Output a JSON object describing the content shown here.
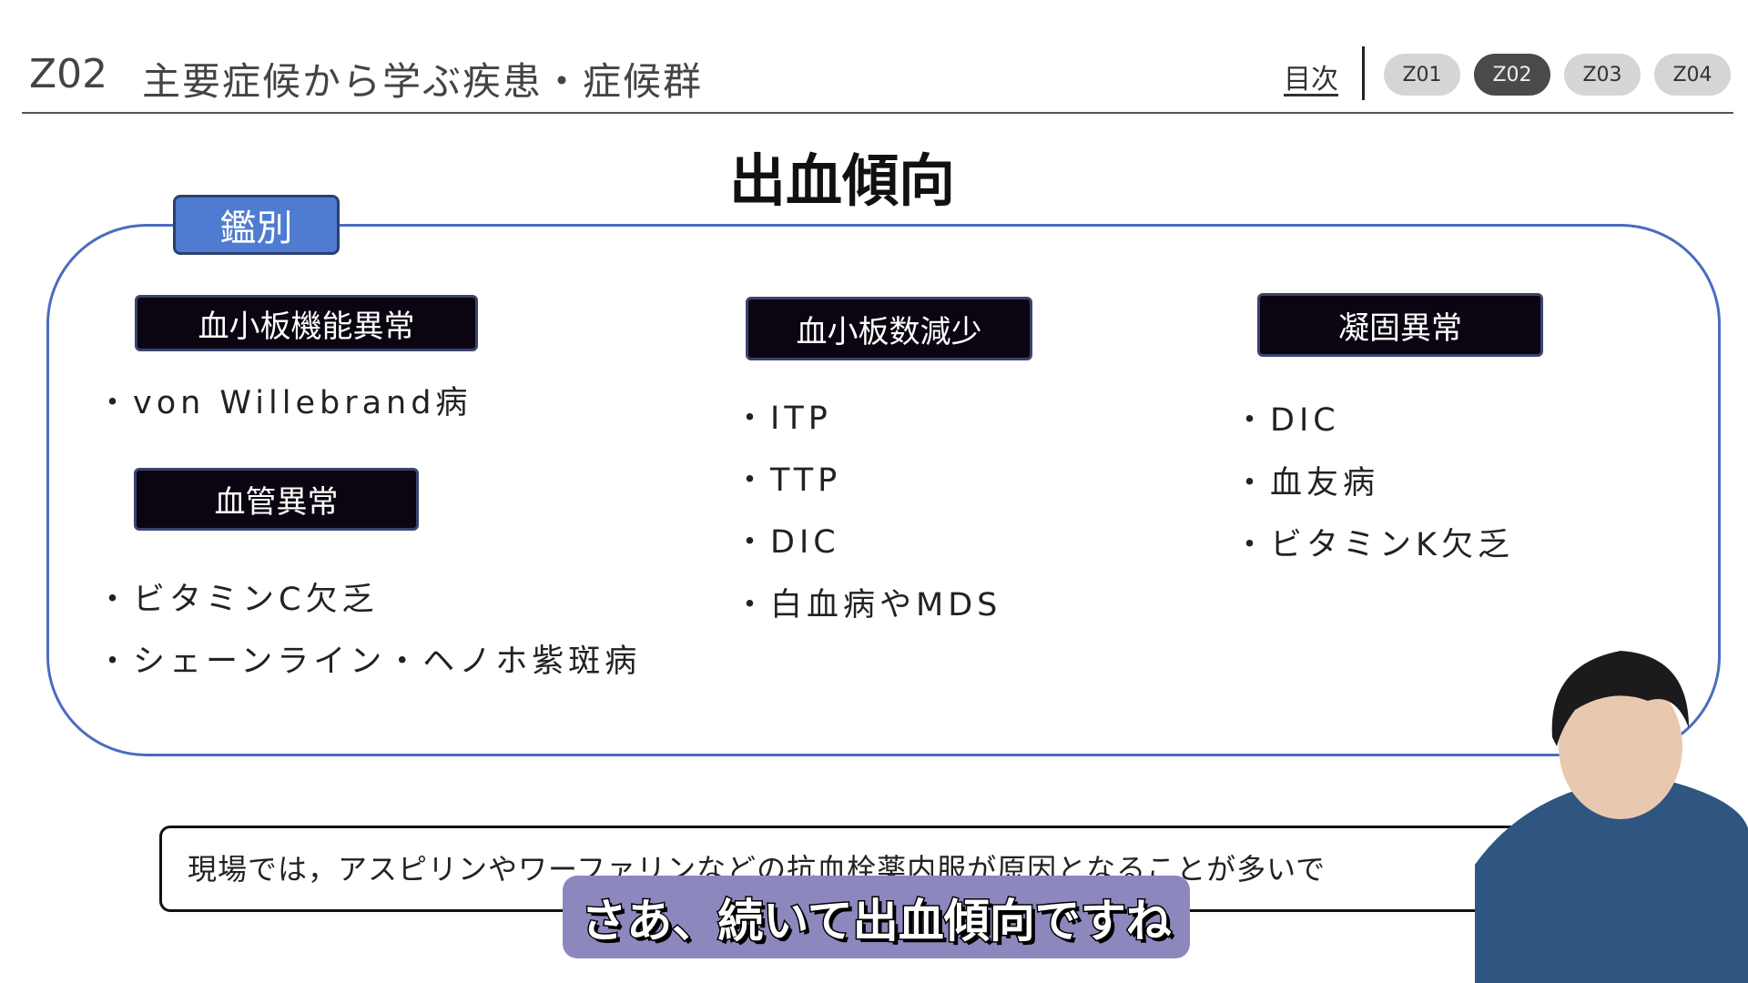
{
  "header": {
    "code": "Z02",
    "title": "主要症候から学ぶ疾患・症候群",
    "toc_label": "目次",
    "chapters": [
      {
        "label": "Z01",
        "active": false
      },
      {
        "label": "Z02",
        "active": true
      },
      {
        "label": "Z03",
        "active": false
      },
      {
        "label": "Z04",
        "active": false
      }
    ]
  },
  "slide": {
    "title": "出血傾向",
    "tag": "鑑別",
    "groups": [
      {
        "label": "血小板機能異常",
        "items": [
          "・von Willebrand病"
        ]
      },
      {
        "label": "血管異常",
        "items": [
          "・ビタミンC欠乏",
          "・シェーンライン・ヘノホ紫斑病"
        ]
      },
      {
        "label": "血小板数減少",
        "items": [
          "・ITP",
          "・TTP",
          "・DIC",
          "・白血病やMDS"
        ]
      },
      {
        "label": "凝固異常",
        "items": [
          "・DIC",
          "・血友病",
          "・ビタミンK欠乏"
        ]
      }
    ],
    "note": "現場では，アスピリンやワーファリンなどの抗血栓薬内服が原因となることが多いで"
  },
  "subtitle": "さあ、続いて出血傾向ですね",
  "colors": {
    "accent": "#4a6cc0",
    "tag": "#4f7bd0",
    "subtitle_bg": "#8c88bd"
  }
}
